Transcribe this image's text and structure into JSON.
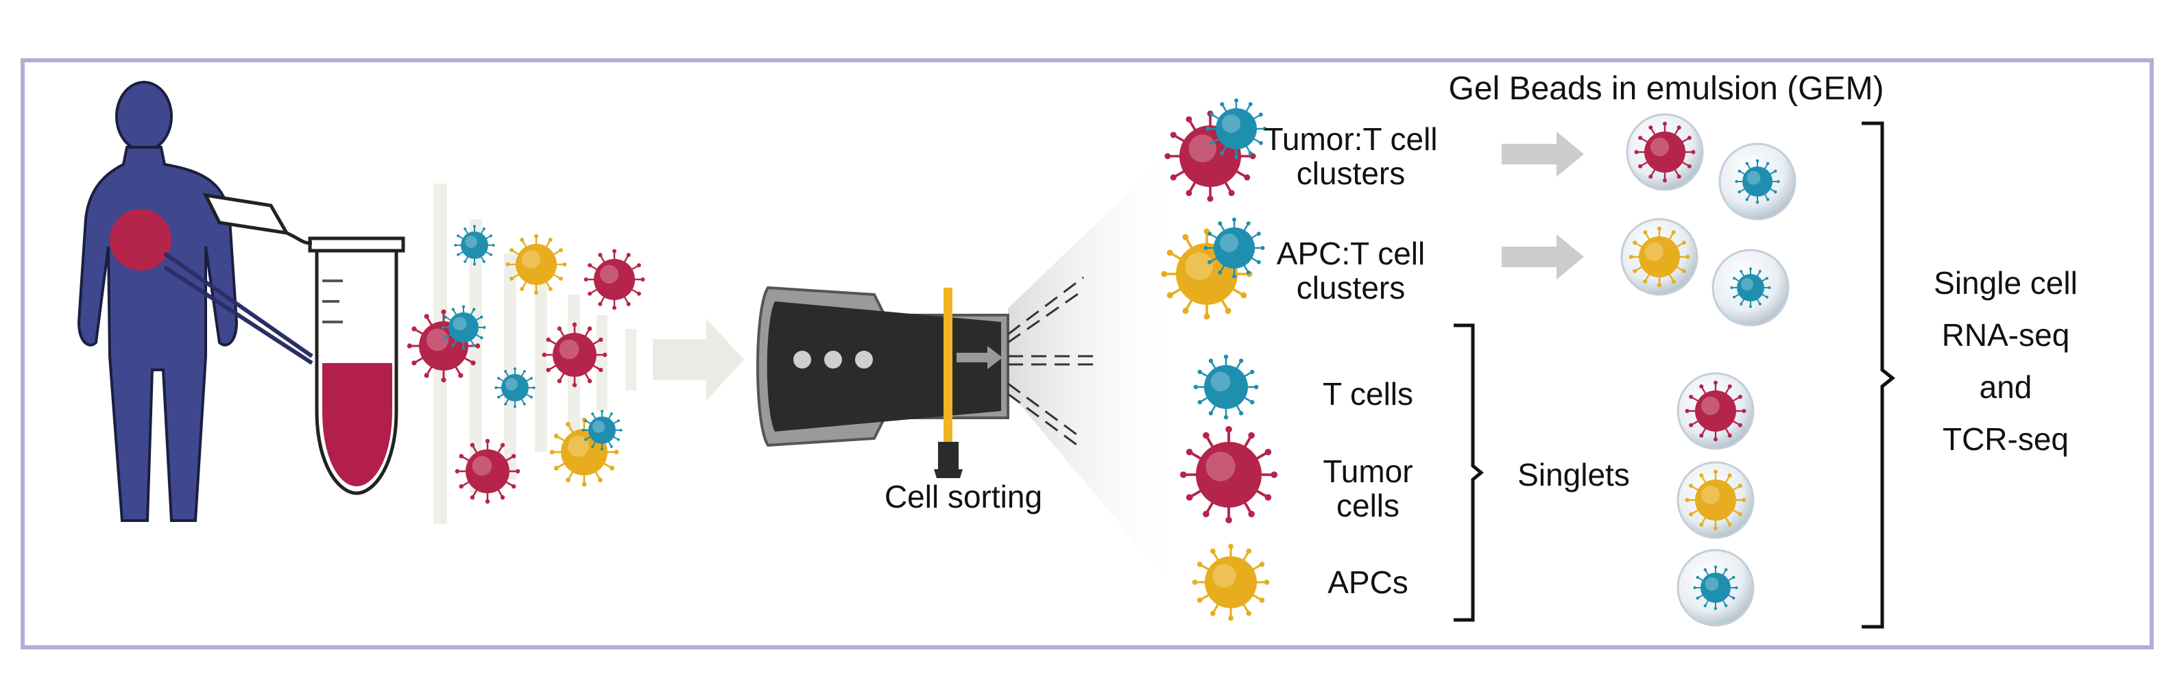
{
  "colors": {
    "frame": "#b4aed4",
    "body": "#3f478f",
    "tumor": "#b5244a",
    "tcell": "#1f8fb0",
    "apc": "#e7ad1e",
    "tube_blood": "#b21f4b",
    "sorter_dark": "#2b2b2b",
    "sorter_gray": "#9a9a9a",
    "laser": "#f0b522",
    "arrow_fill": "#ebebe6"
  },
  "icons": [
    "human-body-icon",
    "tumor-spot-icon",
    "biopsy-needle-icon",
    "microtube-icon",
    "cell-sorter-icon",
    "gel-bead-icon",
    "brace-icon"
  ],
  "labels": {
    "cell_sorting": "Cell sorting",
    "gem_title": "Gel Beads in emulsion (GEM)",
    "tumor_t_clusters": [
      "Tumor:T cell",
      "clusters"
    ],
    "apc_t_clusters": [
      "APC:T cell",
      "clusters"
    ],
    "t_cells": "T cells",
    "tumor_cells": [
      "Tumor",
      "cells"
    ],
    "apcs": "APCs",
    "singlets": "Singlets",
    "sequencing": [
      "Single cell",
      "RNA-seq",
      "and",
      "TCR-seq"
    ]
  }
}
